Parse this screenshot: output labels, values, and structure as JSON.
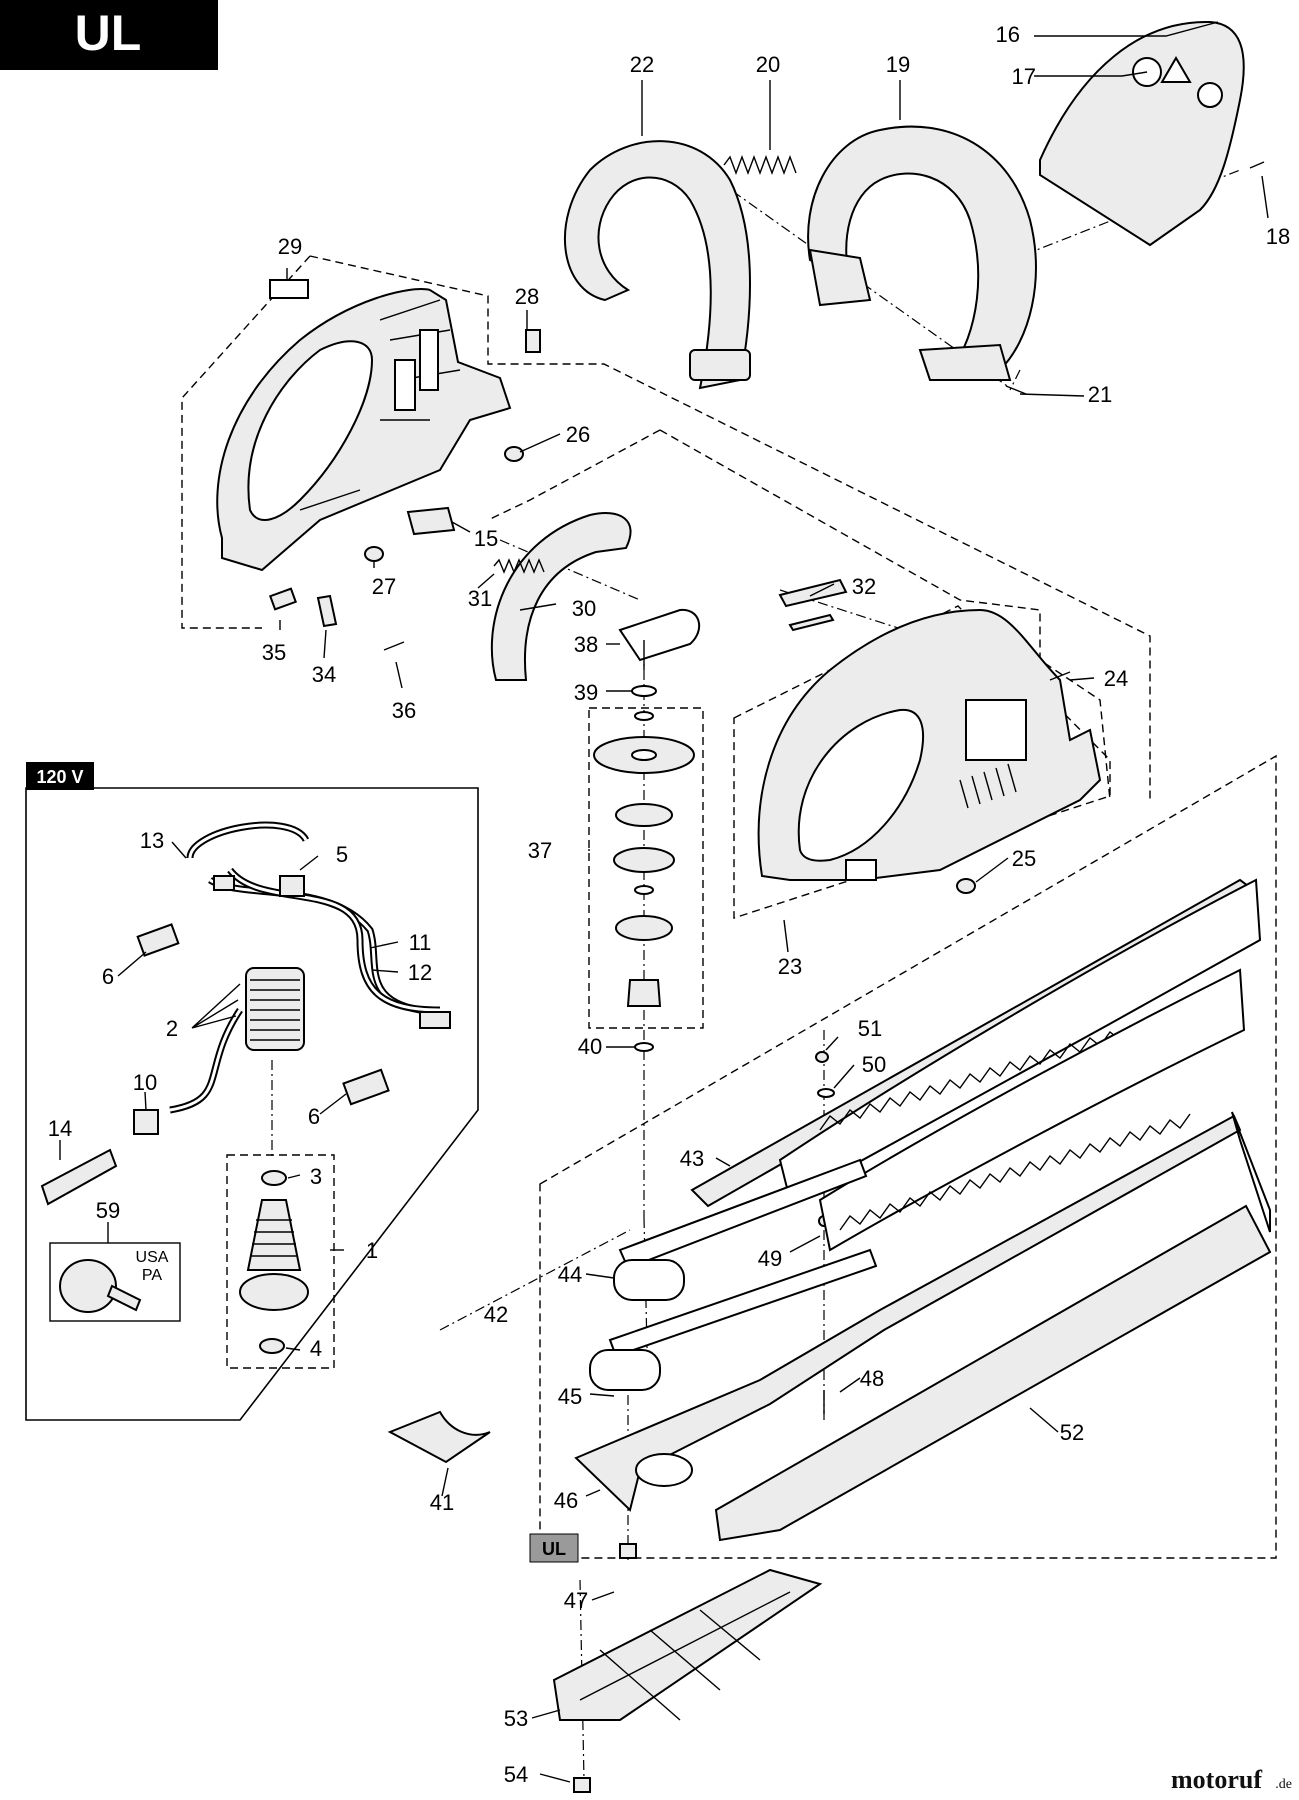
{
  "header": {
    "model_tag": "UL"
  },
  "inset": {
    "voltage_tag": "120 V"
  },
  "plug_badge": {
    "line1": "USA",
    "line2": "PA"
  },
  "blade_kit_tag": "UL",
  "watermark": {
    "brand": "motoruf",
    "tld": ".de"
  },
  "callouts": [
    "1",
    "2",
    "3",
    "4",
    "5",
    "6",
    "6",
    "10",
    "11",
    "12",
    "13",
    "14",
    "15",
    "16",
    "17",
    "18",
    "19",
    "20",
    "21",
    "22",
    "23",
    "24",
    "25",
    "26",
    "27",
    "28",
    "29",
    "30",
    "31",
    "32",
    "34",
    "35",
    "36",
    "37",
    "38",
    "39",
    "40",
    "41",
    "42",
    "43",
    "44",
    "45",
    "46",
    "47",
    "48",
    "49",
    "50",
    "51",
    "52",
    "53",
    "54",
    "59"
  ],
  "colors": {
    "ink": "#000000",
    "paper": "#ffffff",
    "part_fill": "#ececec",
    "tag_gray": "#9a9a9a"
  }
}
